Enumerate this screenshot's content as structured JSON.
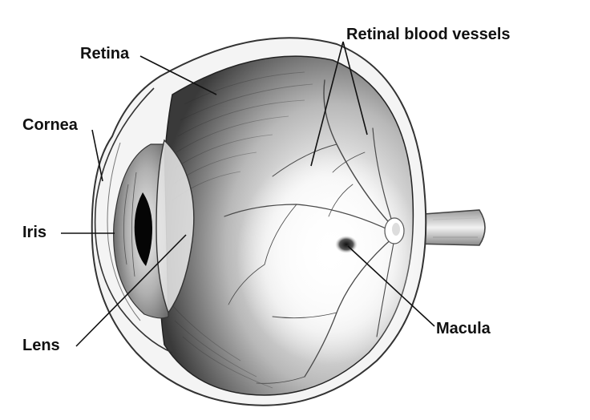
{
  "labels": {
    "retina": "Retina",
    "retinal_blood_vessels": "Retinal blood vessels",
    "cornea": "Cornea",
    "iris": "Iris",
    "lens": "Lens",
    "macula": "Macula"
  },
  "colors": {
    "background": "#ffffff",
    "ink": "#111111"
  }
}
